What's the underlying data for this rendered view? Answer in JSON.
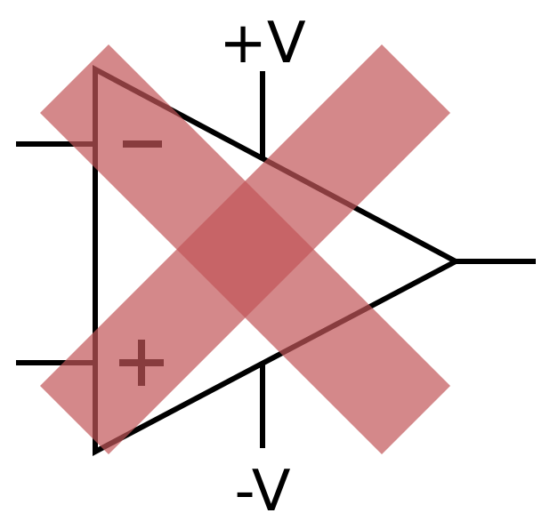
{
  "diagram": {
    "positive_supply_label": "+V",
    "negative_supply_label": "-V",
    "inverting_input_symbol": "−",
    "noninverting_input_symbol": "+"
  },
  "colors": {
    "stroke": "#000000",
    "background": "#ffffff",
    "cross_overlay": "#c25559"
  },
  "overlay": {
    "icon": "cross-mark-icon",
    "opacity": 0.7
  }
}
